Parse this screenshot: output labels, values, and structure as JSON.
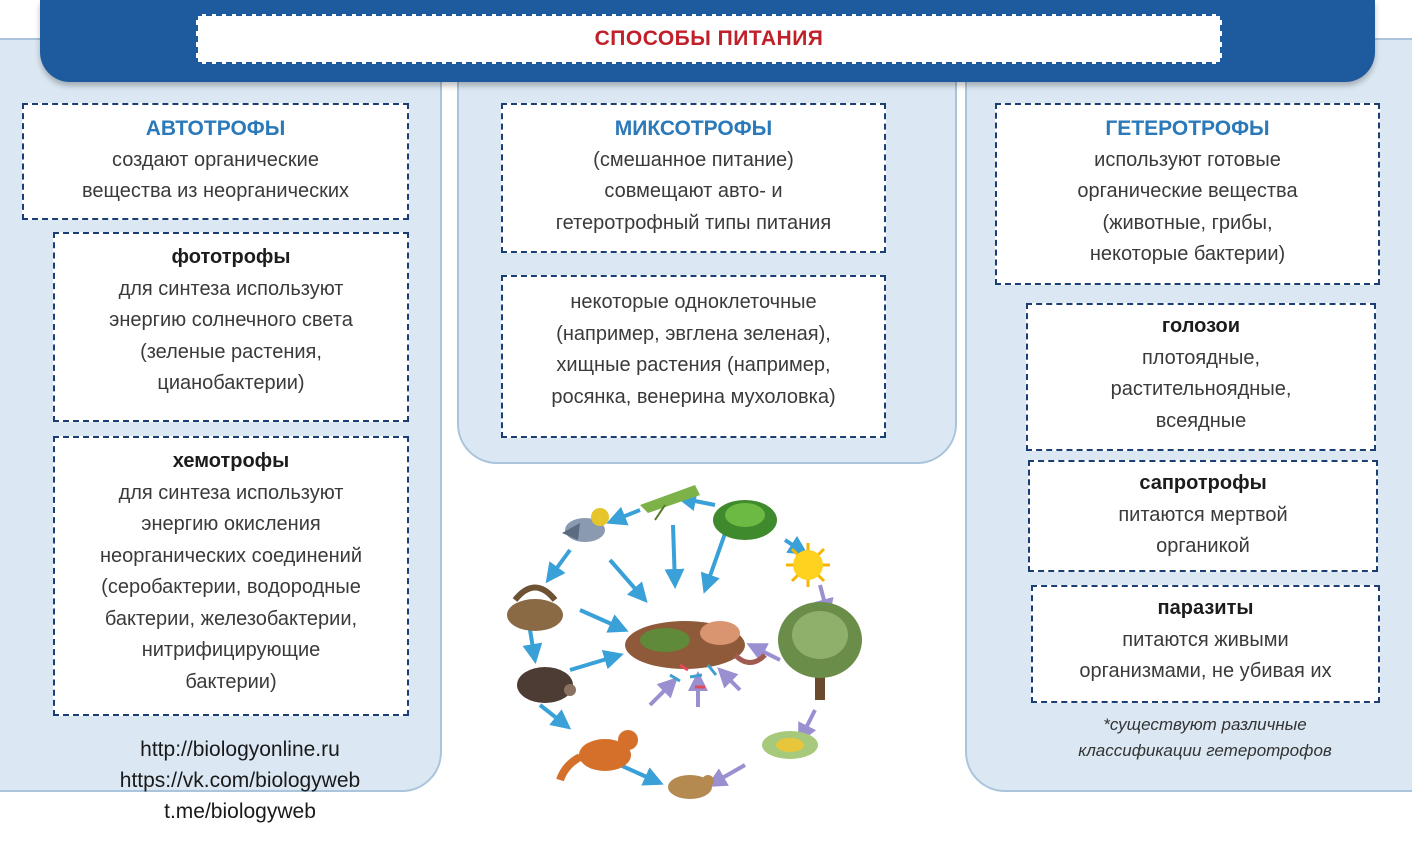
{
  "title": "СПОСОБЫ ПИТАНИЯ",
  "autotrophs": {
    "heading": "АВТОТРОФЫ",
    "lines": [
      "создают органические",
      "вещества из неорганических"
    ],
    "phototrophs": {
      "heading": "фототрофы",
      "lines": [
        "для синтеза используют",
        "энергию солнечного света",
        "(зеленые растения,",
        "цианобактерии)"
      ]
    },
    "chemotrophs": {
      "heading": "хемотрофы",
      "lines": [
        "для синтеза используют",
        "энергию окисления",
        "неорганических соединений",
        "(серобактерии, водородные",
        "бактерии, железобактерии,",
        "нитрифицирующие",
        "бактерии)"
      ]
    }
  },
  "mixotrophs": {
    "heading": "МИКСОТРОФЫ",
    "lines": [
      "(смешанное питание)",
      "совмещают авто- и",
      "гетеротрофный типы питания"
    ],
    "examples": [
      "некоторые одноклеточные",
      "(например, эвглена зеленая),",
      "хищные растения (например,",
      "росянка, венерина мухоловка)"
    ]
  },
  "heterotrophs": {
    "heading": "ГЕТЕРОТРОФЫ",
    "lines": [
      "используют готовые",
      "органические вещества",
      "(животные, грибы,",
      "некоторые бактерии)"
    ],
    "holozoic": {
      "heading": "голозои",
      "lines": [
        "плотоядные,",
        "растительноядные,",
        "всеядные"
      ]
    },
    "saprotrophs": {
      "heading": "сапротрофы",
      "lines": [
        "питаются мертвой",
        "органикой"
      ]
    },
    "parasites": {
      "heading": "паразиты",
      "lines": [
        "питаются живыми",
        "организмами, не убивая их"
      ]
    },
    "note": [
      "*существуют различные",
      "классификации гетеротрофов"
    ]
  },
  "links": [
    "http://biologyonline.ru",
    "https://vk.com/biologyweb",
    "t.me/biologyweb"
  ],
  "cycle_icons": [
    "sun-icon",
    "grass-icon",
    "grasshopper-icon",
    "bird-icon",
    "snake-icon",
    "hedgehog-icon",
    "fox-icon",
    "mouse-icon",
    "corn-icon",
    "tree-icon",
    "decomposers-icon"
  ],
  "colors": {
    "header": "#1e5a9e",
    "title": "#c0202a",
    "accent": "#2b79b8",
    "panel": "#dbe8f3",
    "arrow": "#3aa0d8"
  }
}
